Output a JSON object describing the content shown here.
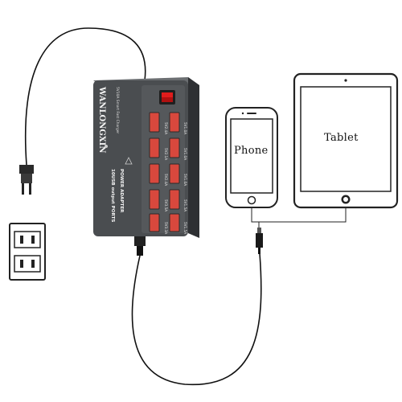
{
  "charger": {
    "brand": "WANLONGXIN",
    "subtitle": "5V10A Smart Fast Charger",
    "ports_line": "10USB output PORTS",
    "adapter_line": "POWER ADAPTER",
    "port_labels_left": [
      "5V2.4A",
      "5V2.1A",
      "5V2.4A",
      "5V3.5A",
      "5V3.3A"
    ],
    "port_labels_right": [
      "5V1.0A",
      "5V1.0A",
      "5V1.0A",
      "5V1.5A",
      "5V1.5A"
    ]
  },
  "devices": {
    "phone_label": "Phone",
    "tablet_label": "Tablet"
  },
  "colors": {
    "charger_body": "#4a4d50",
    "usb_port": "#d8483d",
    "switch": "#e01c1c",
    "device_outline": "#222222"
  }
}
